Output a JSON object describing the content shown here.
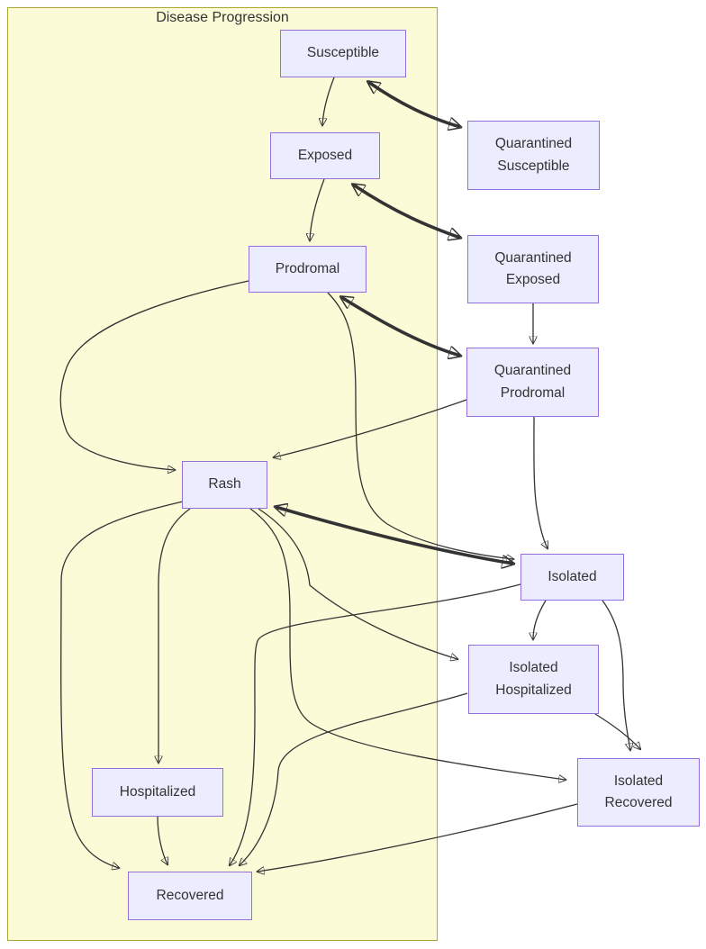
{
  "diagram": {
    "type": "flowchart",
    "subgraph": {
      "title": "Disease Progression"
    },
    "nodes": [
      {
        "id": "susceptible",
        "label": "Susceptible"
      },
      {
        "id": "exposed",
        "label": "Exposed"
      },
      {
        "id": "prodromal",
        "label": "Prodromal"
      },
      {
        "id": "rash",
        "label": "Rash"
      },
      {
        "id": "hospitalized",
        "label": "Hospitalized"
      },
      {
        "id": "recovered",
        "label": "Recovered"
      },
      {
        "id": "quarantined-susceptible",
        "label": "Quarantined Susceptible"
      },
      {
        "id": "quarantined-exposed",
        "label": "Quarantined Exposed"
      },
      {
        "id": "quarantined-prodromal",
        "label": "Quarantined Prodromal"
      },
      {
        "id": "isolated",
        "label": "Isolated"
      },
      {
        "id": "isolated-hospitalized",
        "label": "Isolated Hospitalized"
      },
      {
        "id": "isolated-recovered",
        "label": "Isolated Recovered"
      }
    ],
    "edges": [
      {
        "from": "Susceptible",
        "to": "Exposed",
        "style": "thin",
        "bidirectional": false
      },
      {
        "from": "Exposed",
        "to": "Prodromal",
        "style": "thin",
        "bidirectional": false
      },
      {
        "from": "Prodromal",
        "to": "Rash",
        "style": "thin",
        "bidirectional": false
      },
      {
        "from": "Prodromal",
        "to": "Isolated",
        "style": "thin",
        "bidirectional": false
      },
      {
        "from": "Quarantined Exposed",
        "to": "Quarantined Prodromal",
        "style": "thin",
        "bidirectional": false
      },
      {
        "from": "Quarantined Prodromal",
        "to": "Rash",
        "style": "thin",
        "bidirectional": false
      },
      {
        "from": "Quarantined Prodromal",
        "to": "Isolated",
        "style": "thin",
        "bidirectional": false
      },
      {
        "from": "Rash",
        "to": "Hospitalized",
        "style": "thin",
        "bidirectional": false
      },
      {
        "from": "Rash",
        "to": "Recovered",
        "style": "thin",
        "bidirectional": false
      },
      {
        "from": "Rash",
        "to": "Isolated Hospitalized",
        "style": "thin",
        "bidirectional": false
      },
      {
        "from": "Rash",
        "to": "Isolated Recovered",
        "style": "thin",
        "bidirectional": false
      },
      {
        "from": "Hospitalized",
        "to": "Recovered",
        "style": "thin",
        "bidirectional": false
      },
      {
        "from": "Isolated",
        "to": "Isolated Hospitalized",
        "style": "thin",
        "bidirectional": false
      },
      {
        "from": "Isolated",
        "to": "Isolated Recovered",
        "style": "thin",
        "bidirectional": false
      },
      {
        "from": "Isolated",
        "to": "Recovered",
        "style": "thin",
        "bidirectional": false
      },
      {
        "from": "Isolated Hospitalized",
        "to": "Isolated Recovered",
        "style": "thin",
        "bidirectional": false
      },
      {
        "from": "Isolated Hospitalized",
        "to": "Recovered",
        "style": "thin",
        "bidirectional": false
      },
      {
        "from": "Isolated Recovered",
        "to": "Recovered",
        "style": "thin",
        "bidirectional": false
      },
      {
        "from": "Susceptible",
        "to": "Quarantined Susceptible",
        "style": "thick",
        "bidirectional": true
      },
      {
        "from": "Exposed",
        "to": "Quarantined Exposed",
        "style": "thick",
        "bidirectional": true
      },
      {
        "from": "Prodromal",
        "to": "Quarantined Prodromal",
        "style": "thick",
        "bidirectional": true
      },
      {
        "from": "Rash",
        "to": "Isolated",
        "style": "thick",
        "bidirectional": true
      }
    ],
    "colors": {
      "node_fill": "#ECECFF",
      "node_border": "#9370DB",
      "subgraph_fill": "#fbfbd8",
      "subgraph_border": "#aaaa33",
      "edge": "#333333",
      "text": "#333333"
    }
  }
}
